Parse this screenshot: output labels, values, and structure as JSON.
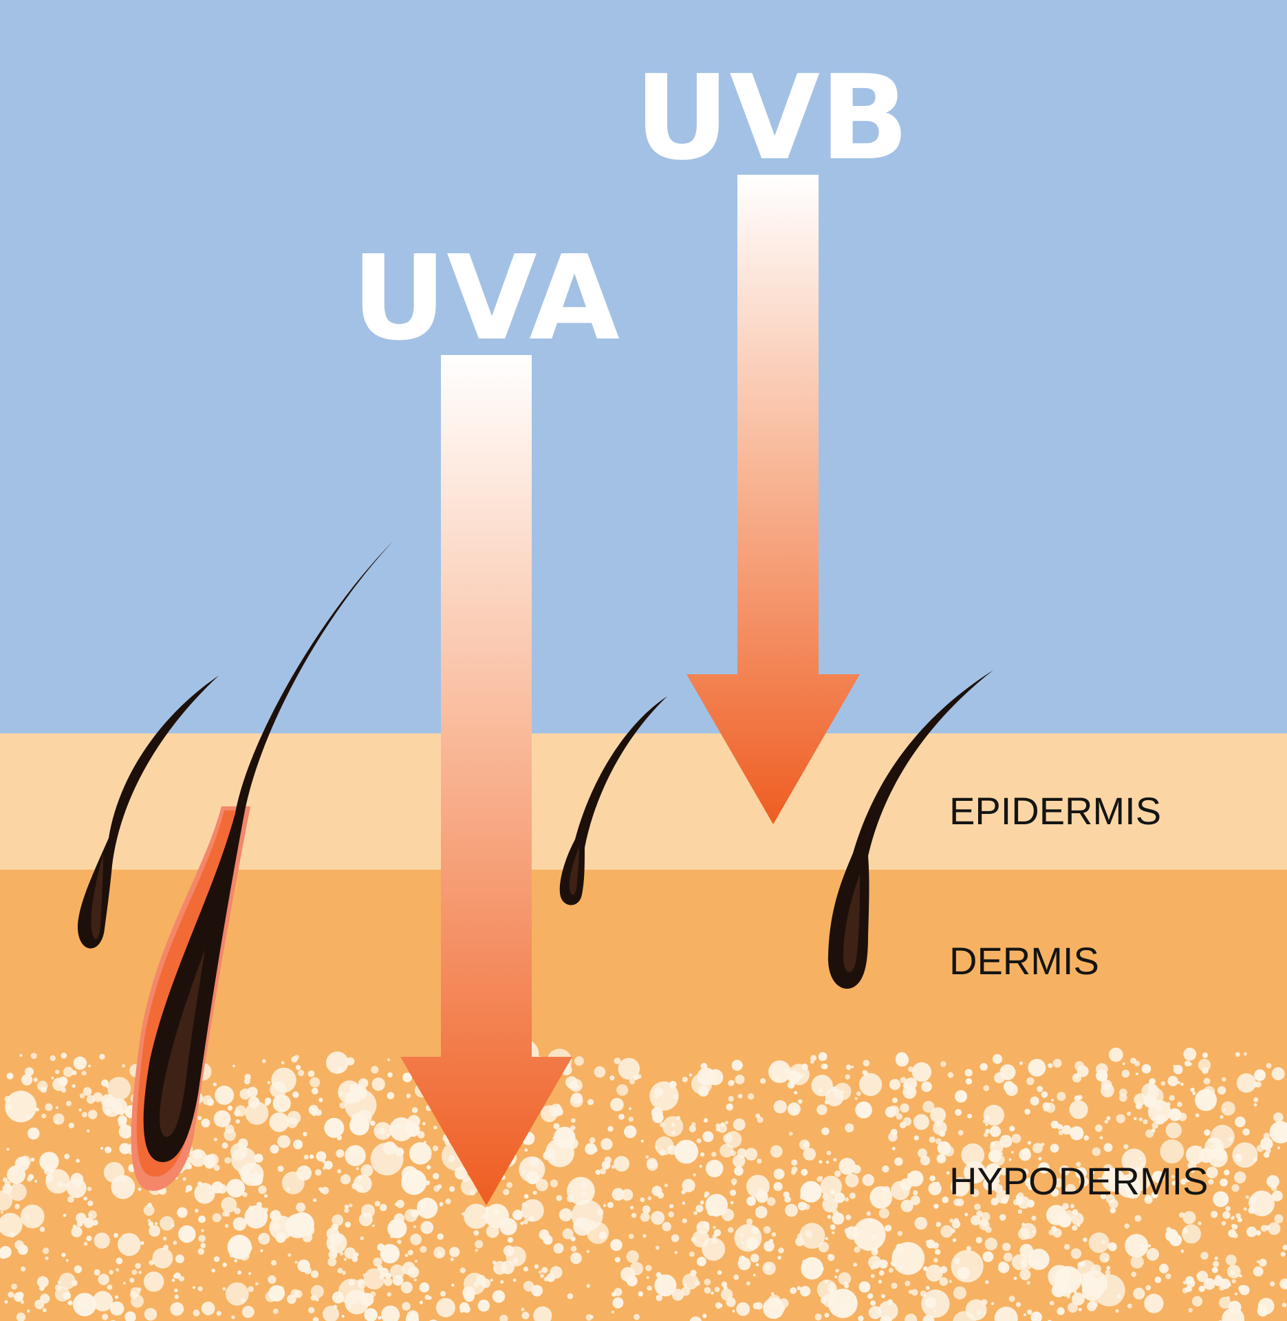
{
  "rays": [
    {
      "label": "UVA",
      "id": "uva"
    },
    {
      "label": "UVB",
      "id": "uvb"
    }
  ],
  "layers": [
    {
      "label": "EPIDERMIS",
      "color": "#fbd6a4"
    },
    {
      "label": "DERMIS",
      "color": "#f6b262"
    },
    {
      "label": "HYPODERMIS",
      "color": "#f6b262"
    }
  ],
  "colors": {
    "sky": "#a3c1e5",
    "arrow_top": "#ffffff",
    "arrow_bottom": "#f0622a",
    "hair": "#1d100a",
    "hair_core": "#3e2216",
    "damage_glow": "#f36a36",
    "fat_dots": "#fdf4e6"
  }
}
